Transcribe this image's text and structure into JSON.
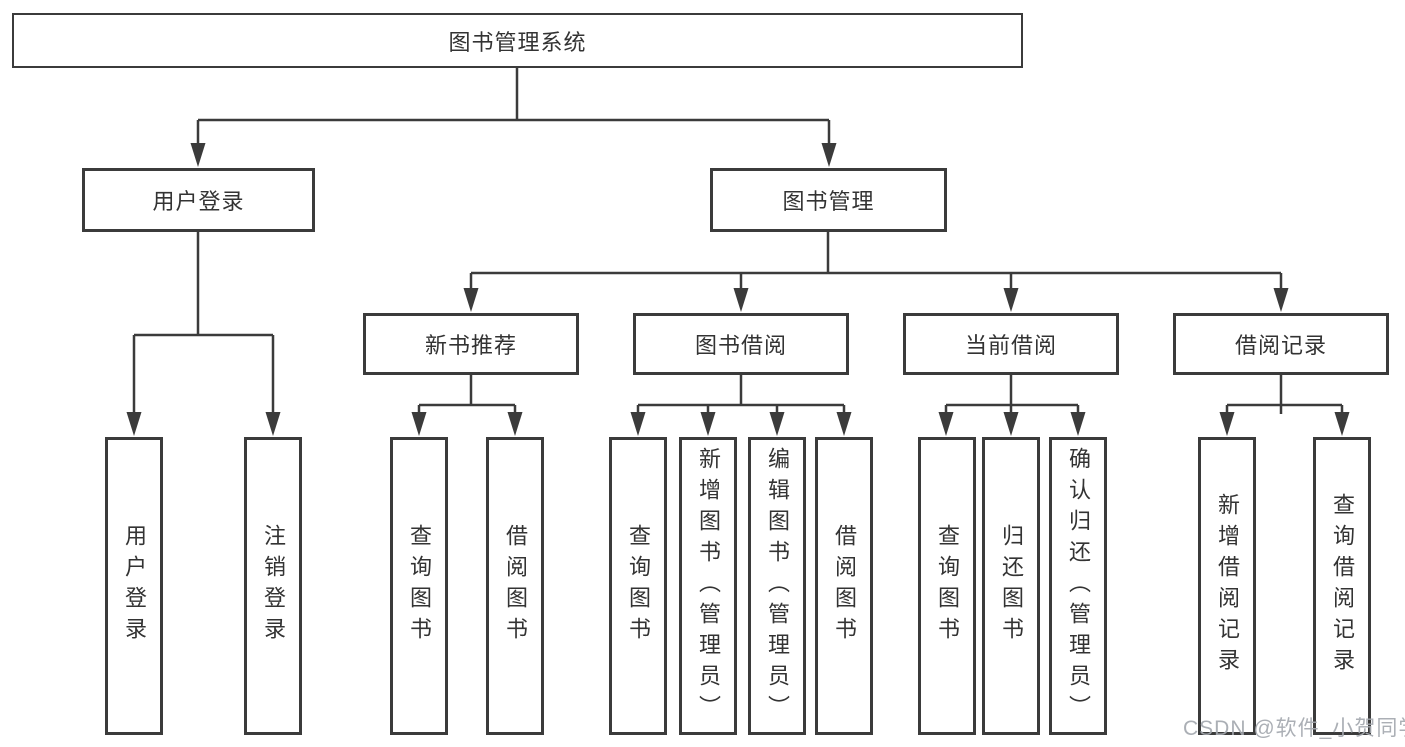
{
  "diagram": {
    "title": "图书管理系统",
    "level2": [
      "用户登录",
      "图书管理"
    ],
    "level3": [
      "新书推荐",
      "图书借阅",
      "当前借阅",
      "借阅记录"
    ],
    "leaves": {
      "login": [
        "用户登录",
        "注销登录"
      ],
      "recommend": [
        "查询图书",
        "借阅图书"
      ],
      "borrow": [
        "查询图书",
        "新增图书（管理员）",
        "编辑图书（管理员）",
        "借阅图书"
      ],
      "current": [
        "查询图书",
        "归还图书",
        "确认归还（管理员）"
      ],
      "records": [
        "新增借阅记录",
        "查询借阅记录"
      ]
    },
    "colors": {
      "line": "#3b3b3b",
      "text": "#333333",
      "watermark": "#a4a8af",
      "background": "#ffffff"
    }
  },
  "watermark": {
    "text": "CSDN @软件_小贺同学"
  }
}
